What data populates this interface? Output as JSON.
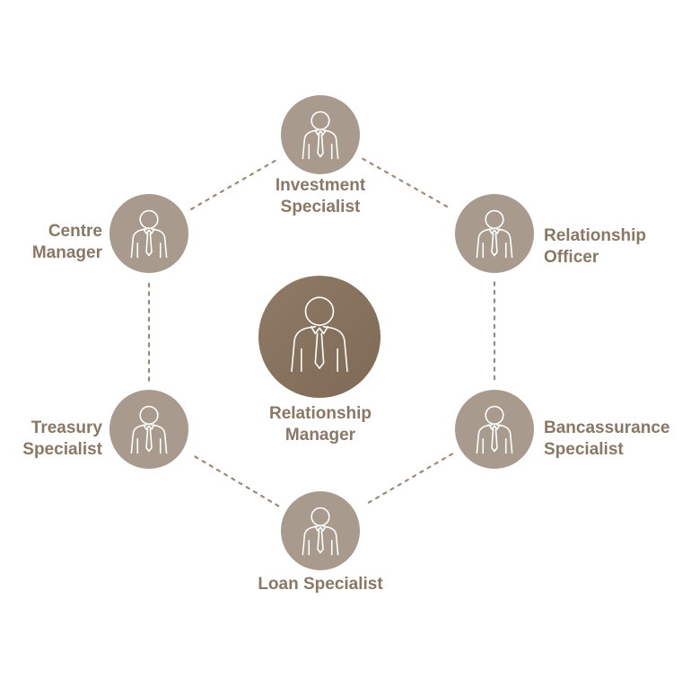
{
  "colors": {
    "node": "#a89a8c",
    "hub_top": "#8f7b65",
    "hub_bottom": "#7f6b55",
    "icon": "#ffffff",
    "label": "#8a7864",
    "dots": "#9c8a78"
  },
  "hub": {
    "icon": "person-icon",
    "label_lines": [
      "Relationship",
      "Manager"
    ]
  },
  "nodes": [
    {
      "id": "investment-specialist",
      "icon": "person-icon",
      "label_lines": [
        "Investment",
        "Specialist"
      ]
    },
    {
      "id": "relationship-officer",
      "icon": "person-icon",
      "label_lines": [
        "Relationship",
        "Officer"
      ]
    },
    {
      "id": "bancassurance-specialist",
      "icon": "person-icon",
      "label_lines": [
        "Bancassurance",
        "Specialist"
      ]
    },
    {
      "id": "loan-specialist",
      "icon": "person-icon",
      "label_lines": [
        "Loan Specialist"
      ]
    },
    {
      "id": "treasury-specialist",
      "icon": "person-icon",
      "label_lines": [
        "Treasury",
        "Specialist"
      ]
    },
    {
      "id": "centre-manager",
      "icon": "person-icon",
      "label_lines": [
        "Centre",
        "Manager"
      ]
    }
  ]
}
